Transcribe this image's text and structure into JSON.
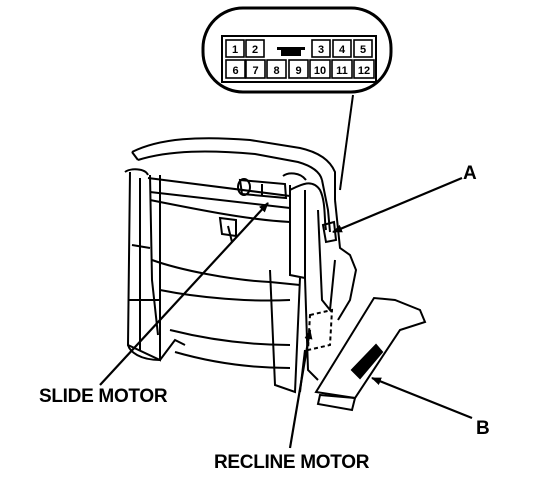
{
  "connector": {
    "pins_top": [
      "1",
      "2",
      "",
      "3",
      "4",
      "5"
    ],
    "pins_bottom": [
      "6",
      "7",
      "8",
      "9",
      "10",
      "11",
      "12"
    ]
  },
  "labels": {
    "a": "A",
    "b": "B",
    "slide_motor": "SLIDE MOTOR",
    "recline_motor": "RECLINE MOTOR"
  }
}
